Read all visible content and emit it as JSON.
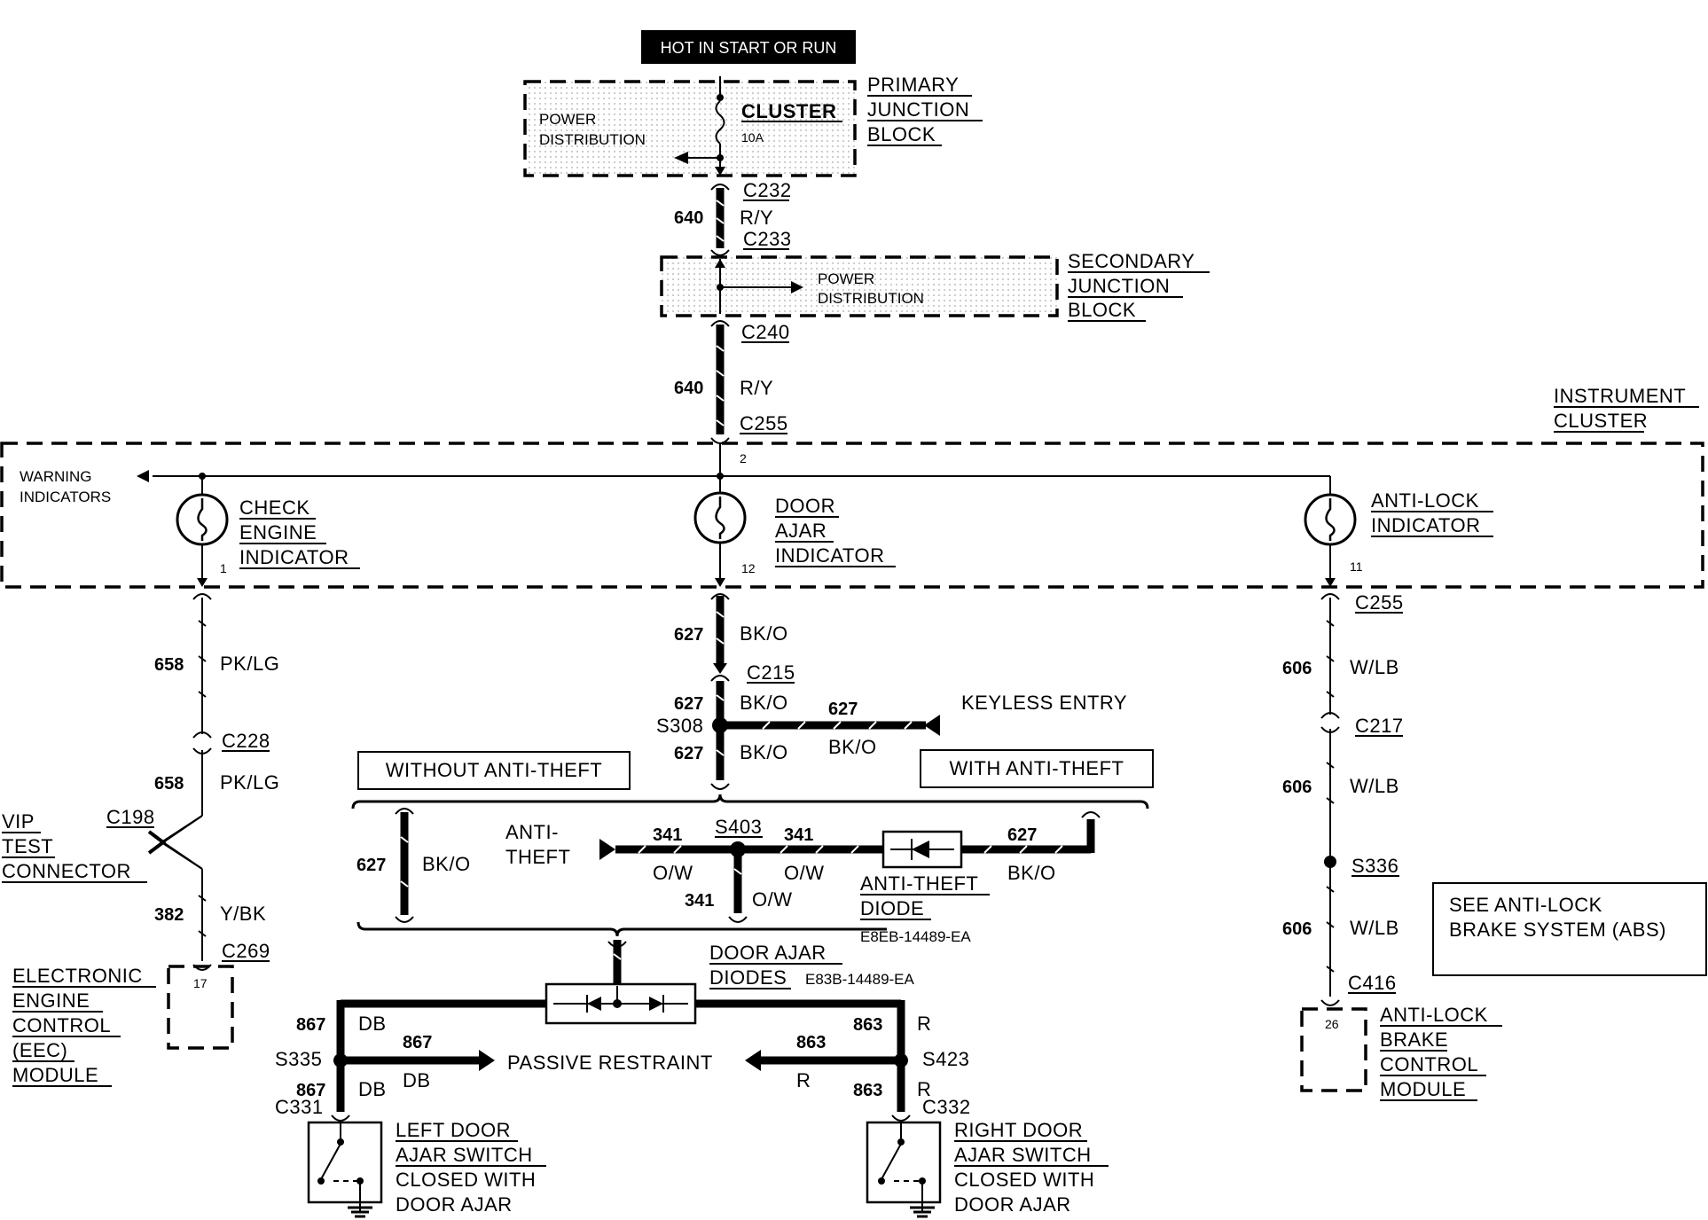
{
  "header": {
    "label": "HOT IN START OR RUN"
  },
  "primary_jb": {
    "title_1": "PRIMARY",
    "title_2": "JUNCTION",
    "title_3": "BLOCK",
    "pd_1": "POWER",
    "pd_2": "DISTRIBUTION",
    "fuse_name": "CLUSTER",
    "fuse_rating": "10A"
  },
  "secondary_jb": {
    "title_1": "SECONDARY",
    "title_2": "JUNCTION",
    "title_3": "BLOCK",
    "pd_1": "POWER",
    "pd_2": "DISTRIBUTION"
  },
  "connectors": {
    "c232": "C232",
    "c233": "C233",
    "c240": "C240",
    "c255a": "C255",
    "c255b": "C255",
    "c215": "C215",
    "c228": "C228",
    "c198": "C198",
    "c269": "C269",
    "c217": "C217",
    "c416": "C416",
    "c331": "C331",
    "c332": "C332"
  },
  "splices": {
    "s308": "S308",
    "s403": "S403",
    "s336": "S336",
    "s335": "S335",
    "s423": "S423"
  },
  "wires": {
    "w640": "640",
    "ry": "R/Y",
    "w627": "627",
    "bko": "BK/O",
    "w658": "658",
    "pklg": "PK/LG",
    "w382": "382",
    "ybk": "Y/BK",
    "w606": "606",
    "wlb": "W/LB",
    "w341": "341",
    "ow": "O/W",
    "w867": "867",
    "db": "DB",
    "w863": "863",
    "r": "R"
  },
  "cluster": {
    "title_1": "INSTRUMENT",
    "title_2": "CLUSTER",
    "warning_1": "WARNING",
    "warning_2": "INDICATORS",
    "pin_2": "2",
    "pin_1": "1",
    "pin_12": "12",
    "pin_11": "11",
    "check_1": "CHECK",
    "check_2": "ENGINE",
    "check_3": "INDICATOR",
    "door_1": "DOOR",
    "door_2": "AJAR",
    "door_3": "INDICATOR",
    "abs_1": "ANTI-LOCK",
    "abs_2": "INDICATOR"
  },
  "keyless": "KEYLESS ENTRY",
  "without_antitheft": "WITHOUT ANTI-THEFT",
  "with_antitheft": "WITH ANTI-THEFT",
  "antitheft_1": "ANTI-",
  "antitheft_2": "THEFT",
  "antitheft_diode": {
    "l1": "ANTI-THEFT",
    "l2": "DIODE",
    "part": "E8EB-14489-EA"
  },
  "door_ajar_diodes": {
    "l1": "DOOR AJAR",
    "l2": "DIODES",
    "part": "E83B-14489-EA"
  },
  "passive_restraint": "PASSIVE RESTRAINT",
  "vip": {
    "l1": "VIP",
    "l2": "TEST",
    "l3": "CONNECTOR"
  },
  "eec": {
    "l1": "ELECTRONIC",
    "l2": "ENGINE",
    "l3": "CONTROL",
    "l4": "(EEC)",
    "l5": "MODULE",
    "pin": "17"
  },
  "abs_module": {
    "l1": "ANTI-LOCK",
    "l2": "BRAKE",
    "l3": "CONTROL",
    "l4": "MODULE",
    "pin": "26"
  },
  "see_abs": {
    "l1": "SEE ANTI-LOCK",
    "l2": "BRAKE SYSTEM (ABS)"
  },
  "left_switch": {
    "l1": "LEFT DOOR",
    "l2": "AJAR SWITCH",
    "l3": "CLOSED WITH",
    "l4": "DOOR AJAR"
  },
  "right_switch": {
    "l1": "RIGHT DOOR",
    "l2": "AJAR SWITCH",
    "l3": "CLOSED WITH",
    "l4": "DOOR AJAR"
  }
}
